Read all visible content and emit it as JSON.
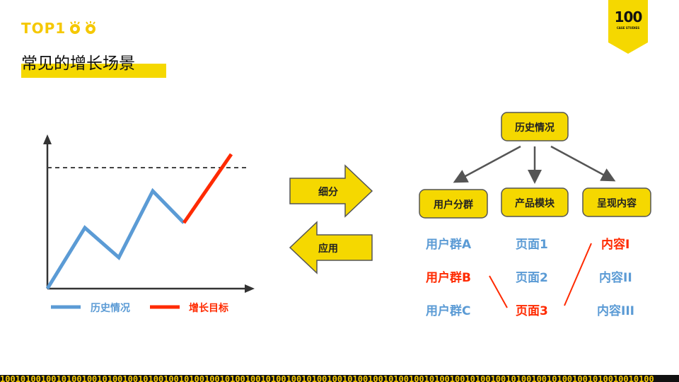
{
  "logo_left": {
    "text": "TOP1"
  },
  "logo_right": {
    "number": "100",
    "caption": "CASE STUDIES"
  },
  "title": "常见的增长场景",
  "legend": {
    "history": "历史情况",
    "target": "增长目标"
  },
  "arrows": {
    "refine": "细分",
    "apply": "应用"
  },
  "tree": {
    "root": "历史情况",
    "branches": [
      "用户分群",
      "产品模块",
      "呈现内容"
    ]
  },
  "columns": {
    "users": [
      "用户群A",
      "用户群B",
      "用户群C"
    ],
    "pages": [
      "页面1",
      "页面2",
      "页面3"
    ],
    "content": [
      "内容I",
      "内容II",
      "内容III"
    ]
  },
  "binary_strip": "10010100100101001001010010010100100101001001010010010100100101001001010010010100100101001001010010010100100101001001010010010100",
  "colors": {
    "accent": "#f5d800",
    "history_line": "#5b9bd5",
    "target_line": "#ff2a00",
    "axis": "#333333"
  }
}
